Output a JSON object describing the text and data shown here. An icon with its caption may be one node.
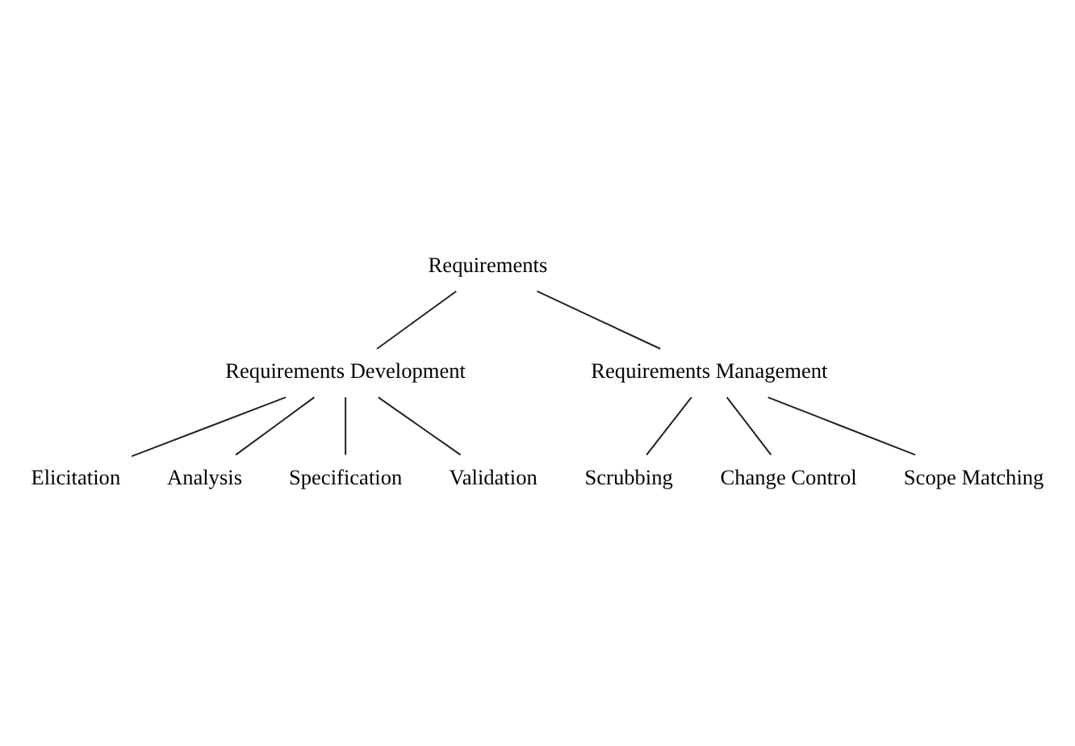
{
  "diagram": {
    "nodes": [
      {
        "text": [
          "Requirements"
        ]
      },
      {
        "text": [
          "Requirements Development"
        ]
      },
      {
        "text": [
          "Requirements Management"
        ]
      },
      {
        "text": [
          "Elicitation"
        ]
      },
      {
        "text": [
          "Analysis"
        ]
      },
      {
        "text": [
          "Specification"
        ]
      },
      {
        "text": [
          "Validation"
        ]
      },
      {
        "text": [
          "Scrubbing"
        ]
      },
      {
        "text": [
          "Change Control"
        ]
      },
      {
        "text": [
          "Scope Matching"
        ]
      }
    ],
    "edges": [
      {
        "from": 0,
        "to": 1,
        "arrow": "none"
      },
      {
        "from": 0,
        "to": 2,
        "arrow": "none"
      },
      {
        "from": 1,
        "to": 3,
        "arrow": "none"
      },
      {
        "from": 1,
        "to": 4,
        "arrow": "none"
      },
      {
        "from": 1,
        "to": 5,
        "arrow": "none"
      },
      {
        "from": 1,
        "to": 6,
        "arrow": "none"
      },
      {
        "from": 2,
        "to": 7,
        "arrow": "none"
      },
      {
        "from": 2,
        "to": 8,
        "arrow": "none"
      },
      {
        "from": 2,
        "to": 9,
        "arrow": "none"
      }
    ]
  }
}
